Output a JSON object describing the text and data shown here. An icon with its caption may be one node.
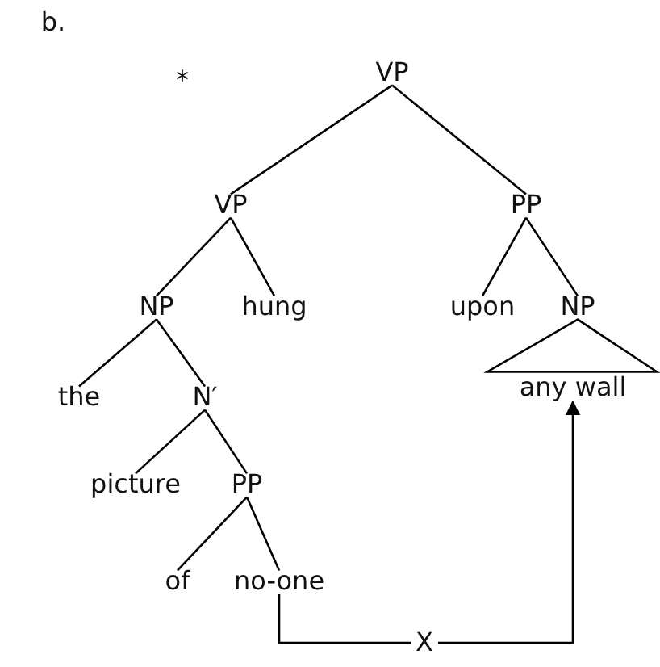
{
  "diagram": {
    "nodes": [
      {
        "text": [
          "VP"
        ]
      },
      {
        "text": [
          "VP"
        ]
      },
      {
        "text": [
          "PP"
        ]
      },
      {
        "text": [
          "NP"
        ]
      },
      {
        "text": [
          "hung"
        ]
      },
      {
        "text": [
          "upon"
        ]
      },
      {
        "text": [
          "NP"
        ]
      },
      {
        "text": [
          "any wall"
        ]
      },
      {
        "text": [
          "the"
        ]
      },
      {
        "text": [
          "N′"
        ]
      },
      {
        "text": [
          "picture"
        ]
      },
      {
        "text": [
          "PP"
        ]
      },
      {
        "text": [
          "of"
        ]
      },
      {
        "text": [
          "no-one"
        ]
      },
      {
        "text": [
          "X"
        ]
      }
    ],
    "edges": [
      {
        "from": 0,
        "to": 1,
        "arrow": "none"
      },
      {
        "from": 0,
        "to": 2,
        "arrow": "none"
      },
      {
        "from": 1,
        "to": 3,
        "arrow": "none"
      },
      {
        "from": 1,
        "to": 4,
        "arrow": "none"
      },
      {
        "from": 2,
        "to": 5,
        "arrow": "none"
      },
      {
        "from": 2,
        "to": 6,
        "arrow": "none"
      },
      {
        "from": 6,
        "to": 7,
        "arrow": "none"
      },
      {
        "from": 3,
        "to": 8,
        "arrow": "none"
      },
      {
        "from": 3,
        "to": 9,
        "arrow": "none"
      },
      {
        "from": 9,
        "to": 10,
        "arrow": "none"
      },
      {
        "from": 9,
        "to": 11,
        "arrow": "none"
      },
      {
        "from": 11,
        "to": 12,
        "arrow": "none"
      },
      {
        "from": 11,
        "to": 13,
        "arrow": "none"
      },
      {
        "from": 13,
        "to": 14,
        "arrow": "none"
      },
      {
        "from": 14,
        "to": 7,
        "arrow": "to"
      }
    ],
    "labels": [
      "b.",
      "*"
    ]
  }
}
